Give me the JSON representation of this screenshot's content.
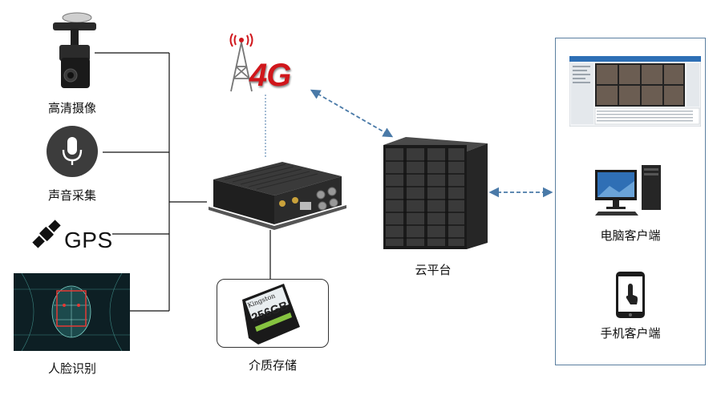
{
  "inputs": {
    "camera": "高清摄像",
    "audio": "声音采集",
    "gps": "GPS",
    "face": "人脸识别"
  },
  "network": {
    "badge": "4G"
  },
  "storage": {
    "label": "介质存储",
    "card_brand": "Kingston",
    "card_capacity": "256GB"
  },
  "cloud": {
    "label": "云平台"
  },
  "clients": {
    "pc": "电脑客户端",
    "mobile": "手机客户端"
  },
  "colors": {
    "line": "#111111",
    "arrow": "#4a7aa8",
    "lte_red": "#d0161b",
    "panel_border": "#5b7fa0"
  }
}
